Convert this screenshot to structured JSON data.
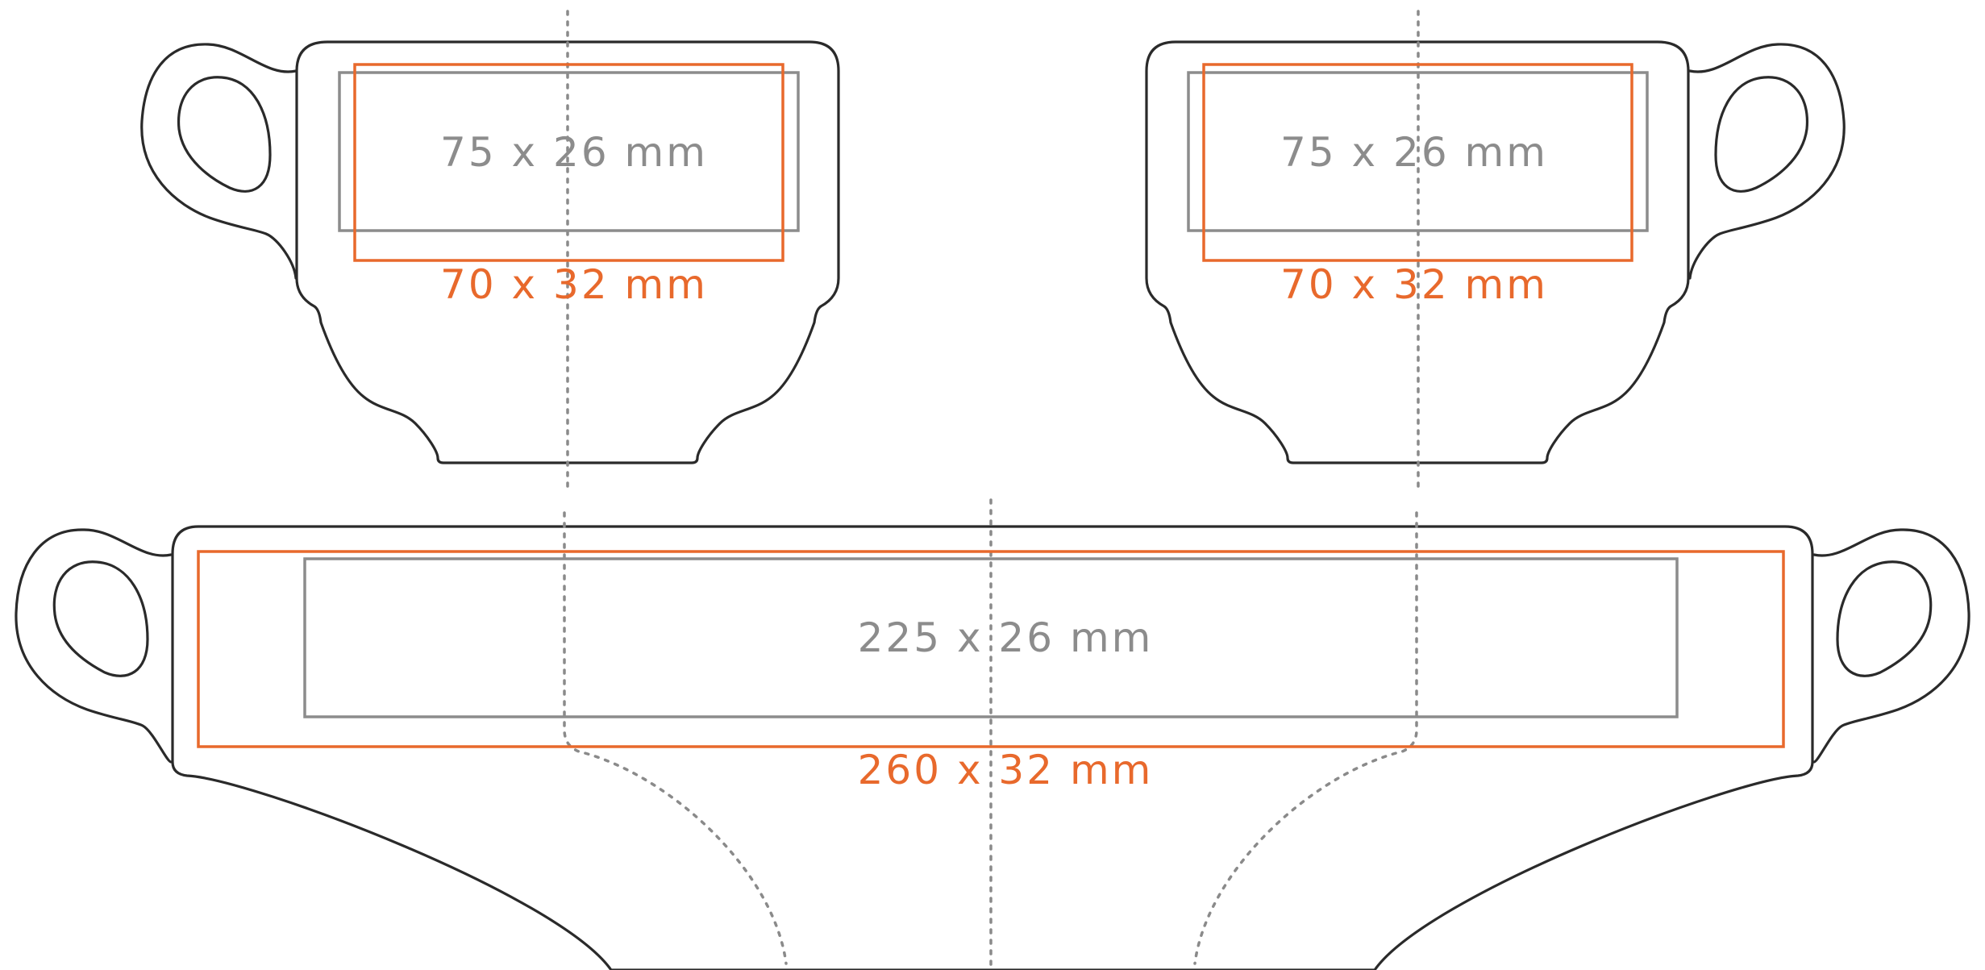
{
  "colors": {
    "outline": "#2a2a2a",
    "guide": "#8a8a8a",
    "print_area_gray": "#8c8c8c",
    "print_area_orange": "#e8692c"
  },
  "cups": {
    "top_left": {
      "inner_label": "75 x 26 mm",
      "outer_label": "70 x 32 mm"
    },
    "top_right": {
      "inner_label": "75 x 26 mm",
      "outer_label": "70 x 32 mm"
    },
    "bottom": {
      "inner_label": "225 x 26 mm",
      "outer_label": "260 x 32 mm"
    }
  }
}
